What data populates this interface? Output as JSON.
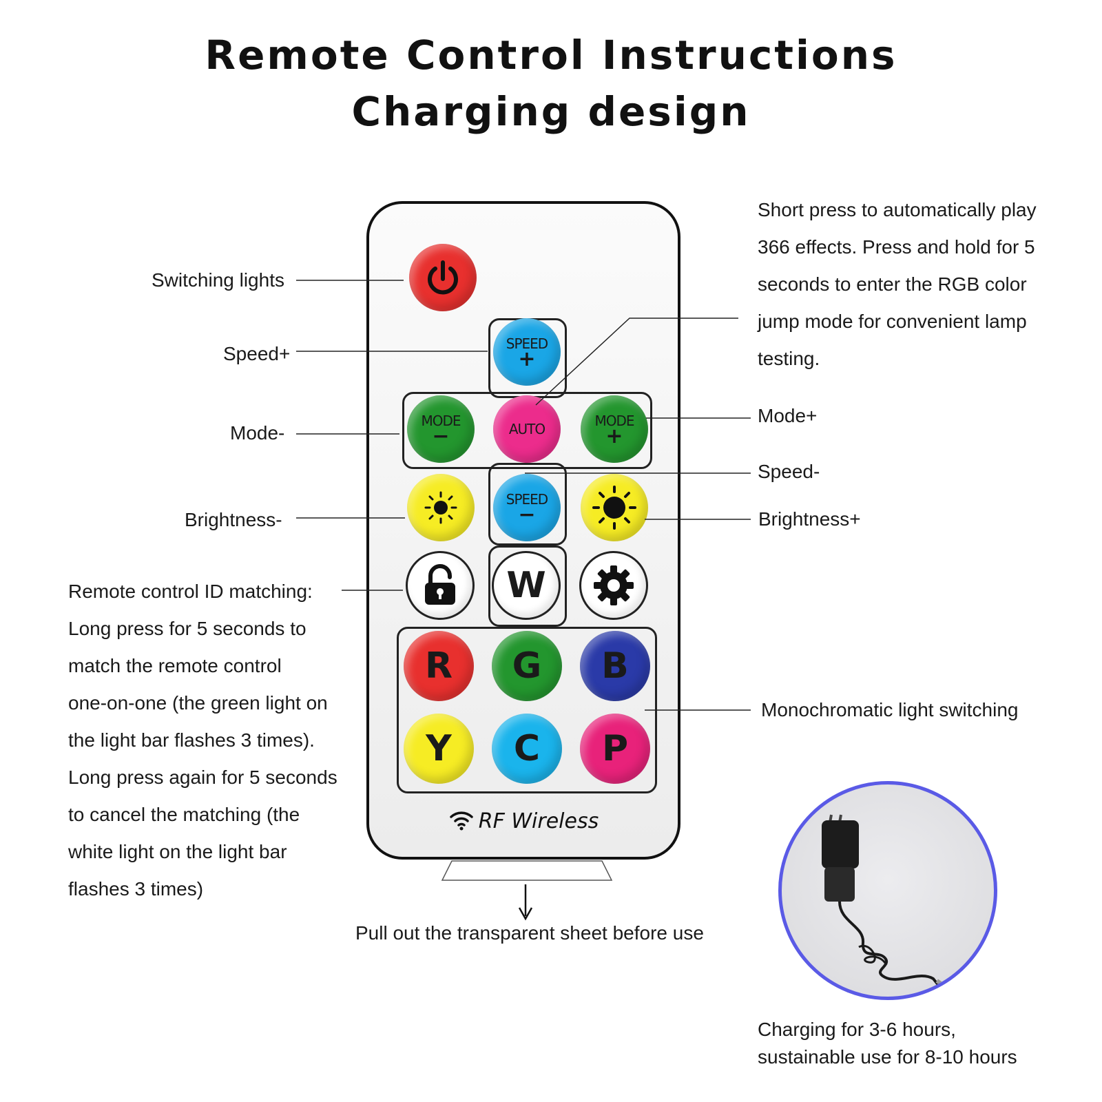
{
  "title": {
    "line1": "Remote Control Instructions",
    "line2": "Charging design"
  },
  "labels": {
    "switching_lights": "Switching lights",
    "speed_plus": "Speed+",
    "mode_minus": "Mode-",
    "brightness_minus": "Brightness-",
    "mode_plus": "Mode+",
    "speed_minus": "Speed-",
    "brightness_plus": "Brightness+",
    "monochromatic": "Monochromatic light switching",
    "pull_out": "Pull out the transparent sheet before use"
  },
  "auto_note": [
    "Short press to automatically play",
    "366 effects. Press and hold for 5",
    "seconds to enter the RGB color",
    "jump mode for convenient lamp",
    "testing."
  ],
  "id_note": [
    "Remote control ID matching:",
    "Long press for 5 seconds to",
    "match the remote control",
    "one-on-one (the green light on",
    "the light bar flashes 3 times).",
    "Long press again for 5 seconds",
    "to cancel the matching (the",
    "white light on the light bar",
    "flashes 3 times)"
  ],
  "charging_note": [
    "Charging for 3-6 hours,",
    "sustainable use for 8-10 hours"
  ],
  "remote": {
    "brand": "RF Wireless",
    "speed_word": "SPEED",
    "mode_word": "MODE",
    "auto": "AUTO",
    "plus": "+",
    "minus": "−",
    "w": "W",
    "r": "R",
    "g": "G",
    "b": "B",
    "y": "Y",
    "c": "C",
    "p": "P"
  },
  "colors": {
    "red": "#e8302e",
    "blue": "#1aa6e6",
    "green": "#23962e",
    "magenta": "#ec2c8c",
    "yellow": "#f6ec24",
    "navy": "#2a3aa8",
    "cyan": "#1ab4ec",
    "pink": "#e8227a",
    "ring": "#5a5ae6"
  }
}
